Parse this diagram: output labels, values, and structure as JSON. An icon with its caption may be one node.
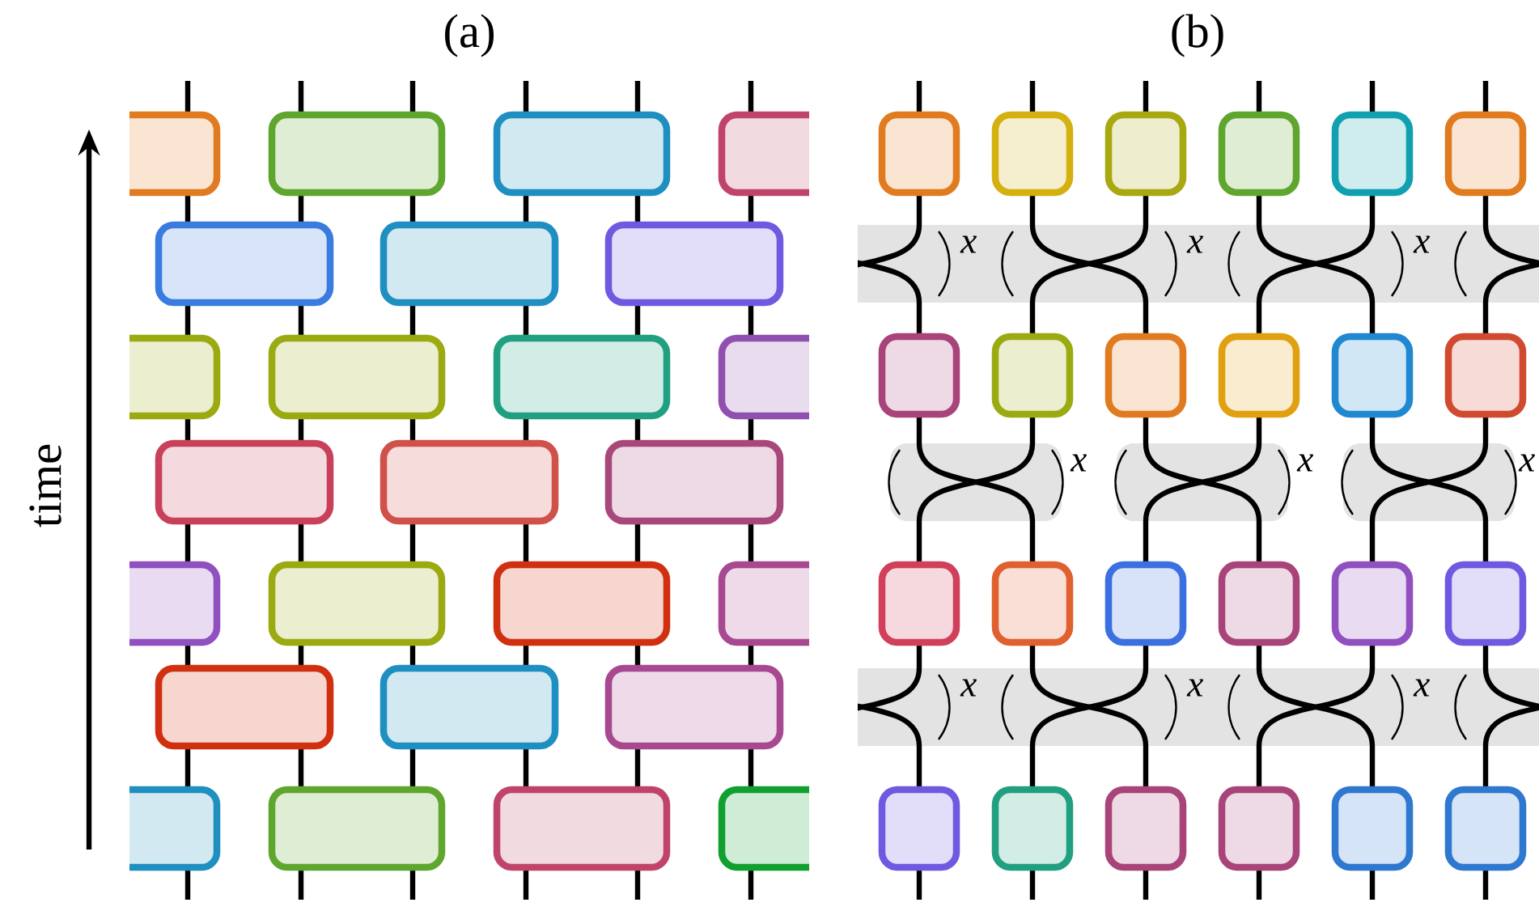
{
  "diagram": {
    "labels": [
      "(a)",
      "(b)",
      "time",
      "x",
      "x",
      "x",
      "x",
      "x",
      "x",
      "x",
      "x",
      "x"
    ]
  }
}
